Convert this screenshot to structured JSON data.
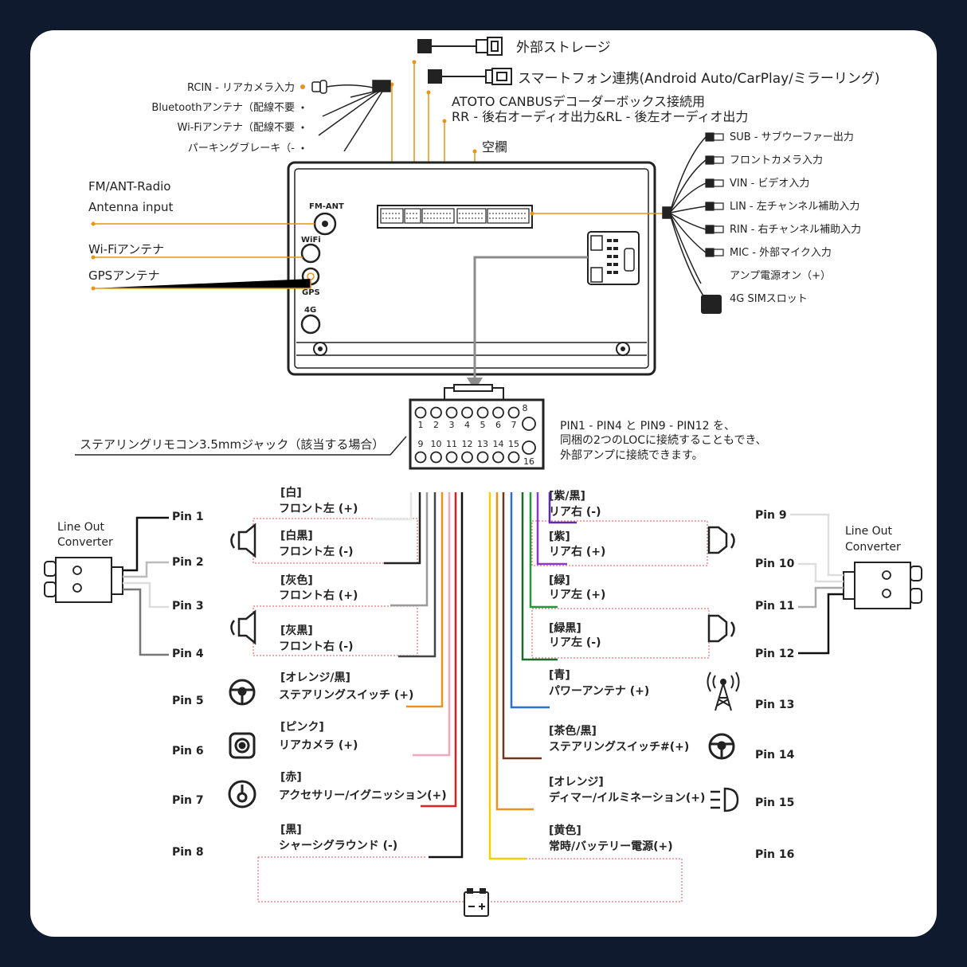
{
  "colors": {
    "background": "#0f1a2e",
    "card": "#ffffff",
    "accent": "#e8931a",
    "line": "#222222",
    "gray_arrow": "#8c8c8c"
  },
  "top_connectors": {
    "external_storage": "外部ストレージ",
    "smartphone": "スマートフォン連携(Android Auto/CarPlay/ミラーリング)",
    "canbus": "ATOTO CANBUSデコーダーボックス接続用",
    "rr_rl": "RR - 後右オーディオ出力&RL - 後左オーディオ出力",
    "empty": "空欄"
  },
  "left_top_labels": [
    "RCIN - リアカメラ入力",
    "Bluetoothアンテナ（配線不要",
    "Wi-Fiアンテナ（配線不要",
    "パーキングブレーキ（-"
  ],
  "left_antennas": {
    "fm_line1": "FM/ANT-Radio",
    "fm_line2": "Antenna input",
    "wifi": "Wi-Fiアンテナ",
    "gps": "GPSアンテナ"
  },
  "unit_ports": {
    "fm": "FM-ANT",
    "wifi": "WiFi",
    "gps": "GPS",
    "lte": "4G"
  },
  "right_labels": [
    "SUB - サブウーファー出力",
    "フロントカメラ入力",
    "VIN - ビデオ入力",
    "LIN - 左チャンネル補助入力",
    "RIN - 右チャンネル補助入力",
    "MIC - 外部マイク入力",
    "アンプ電源オン（+）",
    "4G SIMスロット"
  ],
  "connector16": {
    "top_numbers": [
      "1",
      "2",
      "3",
      "4",
      "5",
      "6",
      "7",
      "8"
    ],
    "bottom_numbers": [
      "9",
      "10",
      "11",
      "12",
      "13",
      "14",
      "15",
      "16"
    ]
  },
  "steering_jack": "ステアリングリモコン3.5mmジャック（該当する場合）",
  "note": [
    "PIN1 - PIN4 と PIN9 - PIN12 を、",
    "同梱の2つのLOCに接続することもでき、",
    "外部アンプに接続できます。"
  ],
  "converter": {
    "line1": "Line Out",
    "line2": "Converter"
  },
  "left_pins": [
    {
      "pin": "Pin 1",
      "color_label": "[白]",
      "func": "フロント左 (+)",
      "wire": "#e6e6e6"
    },
    {
      "pin": "Pin 2",
      "color_label": "[白黒]",
      "func": "フロント左 (-)",
      "wire": "#222222"
    },
    {
      "pin": "Pin 3",
      "color_label": "[灰色]",
      "func": "フロント右 (+)",
      "wire": "#9a9a9a"
    },
    {
      "pin": "Pin 4",
      "color_label": "[灰黒]",
      "func": "フロント右 (-)",
      "wire": "#444444"
    },
    {
      "pin": "Pin 5",
      "color_label": "[オレンジ/黒]",
      "func": "ステアリングスイッチ (+)",
      "wire": "#e8931a"
    },
    {
      "pin": "Pin 6",
      "color_label": "[ピンク]",
      "func": "リアカメラ (+)",
      "wire": "#f2a6c0"
    },
    {
      "pin": "Pin 7",
      "color_label": "[赤]",
      "func": "アクセサリー/イグニッション(+)",
      "wire": "#e02020"
    },
    {
      "pin": "Pin 8",
      "color_label": "[黒]",
      "func": "シャーシグラウンド (-)",
      "wire": "#111111"
    }
  ],
  "right_pins": [
    {
      "pin": "Pin 9",
      "color_label": "[紫/黒]",
      "func": "リア右 (-)",
      "wire": "#5a2ab0"
    },
    {
      "pin": "Pin 10",
      "color_label": "[紫]",
      "func": "リア右 (+)",
      "wire": "#8a3ad0"
    },
    {
      "pin": "Pin 11",
      "color_label": "[緑]",
      "func": "リア左 (+)",
      "wire": "#1f9a3a"
    },
    {
      "pin": "Pin 12",
      "color_label": "[緑黒]",
      "func": "リア左 (-)",
      "wire": "#1c6b30"
    },
    {
      "pin": "Pin 13",
      "color_label": "[青]",
      "func": "パワーアンテナ (+)",
      "wire": "#2a6fd0"
    },
    {
      "pin": "Pin 14",
      "color_label": "[茶色/黒]",
      "func": "ステアリングスイッチ#(+)",
      "wire": "#6b3a1a"
    },
    {
      "pin": "Pin 15",
      "color_label": "[オレンジ]",
      "func": "ディマー/イルミネーション(+)",
      "wire": "#e8931a"
    },
    {
      "pin": "Pin 16",
      "color_label": "[黄色]",
      "func": "常時/バッテリー電源(+)",
      "wire": "#f2d000"
    }
  ],
  "icons": {
    "speaker": "speaker-icon",
    "steering": "steering-wheel-icon",
    "camera": "camera-icon",
    "ignition": "key-icon",
    "antenna": "antenna-tower-icon",
    "headlight": "headlight-icon",
    "battery": "battery-icon"
  }
}
